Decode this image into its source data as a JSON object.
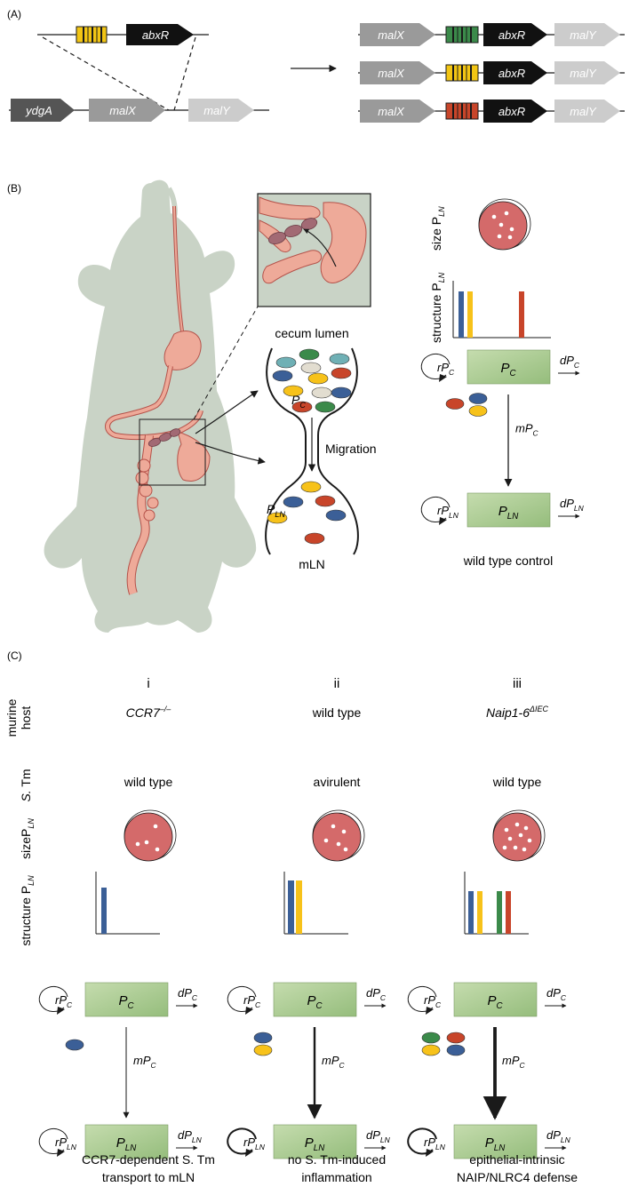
{
  "panelA": {
    "label": "(A)",
    "insert": {
      "gene": "abxR"
    },
    "chromosome": {
      "genes": [
        "ydgA",
        "malX",
        "malY"
      ]
    },
    "products": [
      {
        "left": "malX",
        "mid": "abxR",
        "right": "malY",
        "barcode_color": "#3b8a4a"
      },
      {
        "left": "malX",
        "mid": "abxR",
        "right": "malY",
        "barcode_color": "#f2c514"
      },
      {
        "left": "malX",
        "mid": "abxR",
        "right": "malY",
        "barcode_color": "#c8452a"
      }
    ]
  },
  "panelB": {
    "label": "(B)",
    "cecum_label": "cecum lumen",
    "migration_label": "Migration",
    "mln_label": "mLN",
    "pc": {
      "main": "P",
      "sub": "C"
    },
    "pln": {
      "main": "P",
      "sub": "LN"
    },
    "size_label": {
      "main": "size P",
      "sub": "LN"
    },
    "structure_label": {
      "main": "structure P",
      "sub": "LN"
    },
    "model": {
      "rPC": {
        "main": "rP",
        "sub": "C"
      },
      "dPC": {
        "main": "dP",
        "sub": "C"
      },
      "mPC": {
        "main": "mP",
        "sub": "C"
      },
      "PC": {
        "main": "P",
        "sub": "C"
      },
      "rPLN": {
        "main": "rP",
        "sub": "LN"
      },
      "dPLN": {
        "main": "dP",
        "sub": "LN"
      },
      "PLN": {
        "main": "P",
        "sub": "LN"
      }
    },
    "caption": "wild type control"
  },
  "panelC": {
    "label": "(C)",
    "row_labels": {
      "host": [
        "murine",
        "host"
      ],
      "stm": {
        "italic": "S.",
        "rest": " Tm"
      },
      "size": {
        "main": "sizeP",
        "sub": "LN"
      },
      "structure": {
        "main": "structure P",
        "sub": "LN"
      }
    },
    "columns": [
      {
        "numeral": "i",
        "host": {
          "main": "CCR7",
          "sup": "–/–"
        },
        "stm": "wild type",
        "caption": [
          "CCR7-dependent S. Tm",
          "transport to mLN"
        ]
      },
      {
        "numeral": "ii",
        "host": {
          "main": "wild type",
          "sup": ""
        },
        "stm": "avirulent",
        "caption": [
          "no S. Tm-induced",
          "inflammation"
        ]
      },
      {
        "numeral": "iii",
        "host": {
          "main": "Naip1-6",
          "sup": "ΔIEC"
        },
        "stm": "wild type",
        "caption": [
          "epithelial-intrinsic",
          "NAIP/NLRC4 defense"
        ]
      }
    ]
  },
  "colors": {
    "blue": "#3b5f97",
    "yellow": "#f7c21a",
    "red": "#c8452a",
    "green": "#3b8a4a",
    "teal": "#6fb0b5",
    "grey": "#e2ddd0",
    "box_green": "#a9c98e",
    "tissue": "#eeaa99",
    "mouse": "#c9d3c6",
    "dish": "#d46a6a"
  }
}
